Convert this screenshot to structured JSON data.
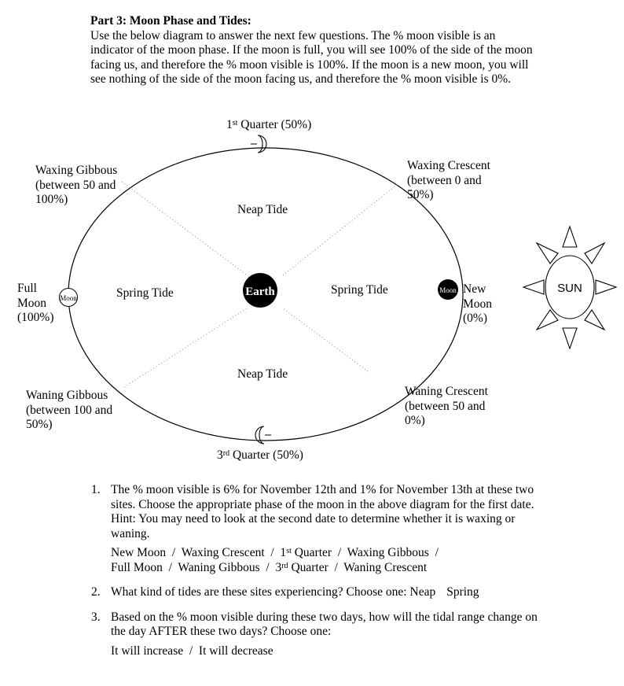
{
  "header": {
    "title": "Part 3:  Moon Phase and Tides:",
    "intro": "Use the below diagram to answer the next few questions.  The % moon visible is an indicator of the moon phase.  If the moon is full, you will see 100% of the side of the moon facing us, and therefore the % moon visible is 100%.  If the moon is a new moon, you will see nothing of the side of the moon facing us, and therefore the % moon visible is 0%."
  },
  "diagram": {
    "first_quarter": {
      "num": "1",
      "sup": "st",
      "text": " Quarter (50%)"
    },
    "third_quarter": {
      "num": "3",
      "sup": "rd",
      "text": " Quarter (50%)"
    },
    "waxing_gibbous": [
      "Waxing Gibbous",
      "(between 50 and",
      "100%)"
    ],
    "waxing_crescent": [
      "Waxing Crescent",
      "(between 0 and",
      "50%)"
    ],
    "full_moon": [
      "Full",
      "Moon",
      "(100%)"
    ],
    "new_moon": [
      "New",
      "Moon",
      "(0%)"
    ],
    "waning_gibbous": [
      "Waning Gibbous",
      "(between 100 and",
      "50%)"
    ],
    "waning_crescent": [
      "Waning Crescent",
      "(between 50 and",
      "0%)"
    ],
    "neap_tide_top": "Neap Tide",
    "neap_tide_bottom": "Neap Tide",
    "spring_tide_left": "Spring Tide",
    "spring_tide_right": "Spring Tide",
    "earth_label": "Earth",
    "moon_label_left": "Moon",
    "moon_label_right": "Moon",
    "sun_label": "SUN"
  },
  "questions": [
    {
      "number": "1.",
      "text": "The % moon visible is 6% for November 12th and 1% for November 13th at these two sites.  Choose the appropriate phase of the moon in the above diagram for the first date.  Hint:  You may need to look at the second date to determine whether it is waxing or waning.",
      "options_line1_a": "New Moon  /  Waxing Crescent  /  1",
      "options_line1_sup": "st",
      "options_line1_b": " Quarter  /  Waxing Gibbous  /",
      "options_line2_a": "Full Moon  /  Waning Gibbous  /  3",
      "options_line2_sup": "rd",
      "options_line2_b": " Quarter  /  Waning Crescent"
    },
    {
      "number": "2.",
      "text": "What kind of tides are these sites experiencing? Choose one:",
      "option_a": "Neap",
      "option_b": "Spring"
    },
    {
      "number": "3.",
      "text": "Based on the % moon visible during these two days, how will the tidal range change on the day AFTER these two days? Choose one:",
      "options": "It will increase  /  It will decrease"
    }
  ]
}
